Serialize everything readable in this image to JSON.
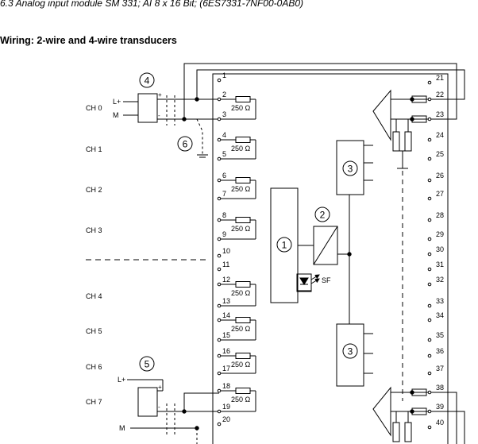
{
  "header": {
    "title": "6.3 Analog input module SM 331; AI 8 x 16 Bit; (6ES7331-7NF00-0AB0)",
    "subtitle": "Wiring: 2-wire and 4-wire transducers"
  },
  "channels": [
    "CH 0",
    "CH 1",
    "CH 2",
    "CH 3",
    "CH 4",
    "CH 5",
    "CH 6",
    "CH 7"
  ],
  "resistor_label": "250 Ω",
  "left_terminals": [
    "1",
    "2",
    "3",
    "4",
    "5",
    "6",
    "7",
    "8",
    "9",
    "10",
    "11",
    "12",
    "13",
    "14",
    "15",
    "16",
    "17",
    "18",
    "19",
    "20"
  ],
  "right_terminals": [
    "21",
    "22",
    "23",
    "24",
    "25",
    "26",
    "27",
    "28",
    "29",
    "30",
    "31",
    "32",
    "33",
    "34",
    "35",
    "36",
    "37",
    "38",
    "39",
    "40"
  ],
  "callouts": [
    "1",
    "2",
    "3",
    "3",
    "4",
    "5",
    "6"
  ],
  "signals": {
    "l_plus": "L+",
    "m": "M",
    "plus": "+",
    "minus": "-",
    "sf": "SF"
  }
}
